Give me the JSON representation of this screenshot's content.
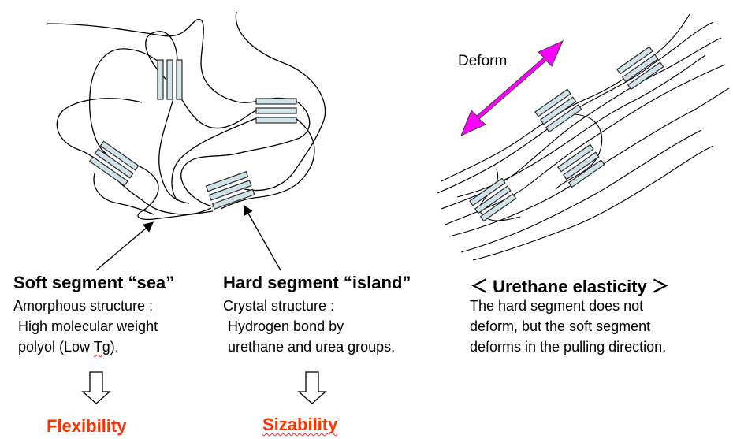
{
  "left_diagram": {
    "soft_segment": {
      "title": "Soft segment “sea”",
      "line1": "Amorphous structure :",
      "line2": "High molecular weight",
      "line3_main": "polyol (Low ",
      "line3_flag": "Tg",
      "line3_end": ")."
    },
    "hard_segment": {
      "title": "Hard segment “island”",
      "line1": "Crystal structure :",
      "line2": "Hydrogen bond by",
      "line3": "urethane and urea groups."
    },
    "results": {
      "soft": "Flexibility",
      "hard": "Sizability"
    }
  },
  "right_diagram": {
    "deform_label": "Deform",
    "title": "＜ Urethane elasticity ＞",
    "line1": "The hard segment does not",
    "line2": "deform, but the soft segment",
    "line3": "deforms in the pulling direction."
  },
  "colors": {
    "hard_segment_fill": "#cfe3e8",
    "arrow_magenta": "#ff00ff",
    "result_red": "#ff3300"
  }
}
